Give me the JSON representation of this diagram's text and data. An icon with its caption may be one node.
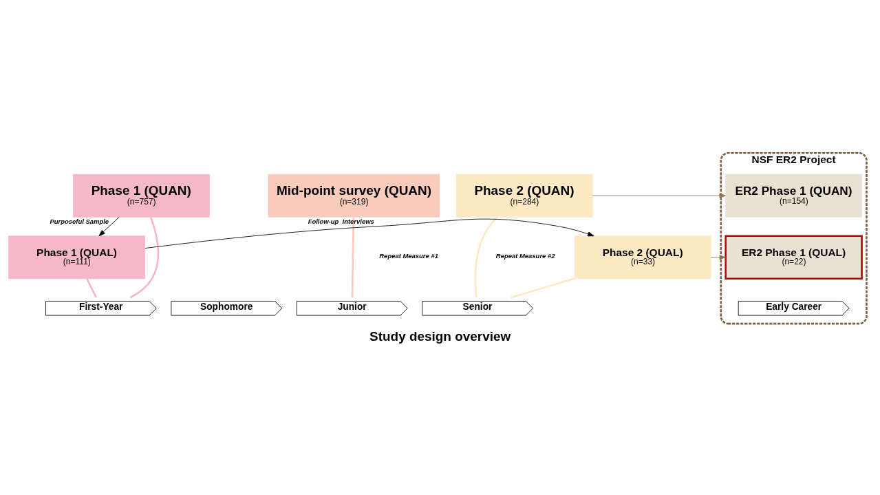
{
  "diagram": {
    "caption": "Study design overview",
    "nodes": [
      {
        "text": [
          "Phase 1 (QUAN)",
          "(n=757)"
        ]
      },
      {
        "text": [
          "Mid-point survey (QUAN)",
          "(n=319)"
        ]
      },
      {
        "text": [
          "Phase 2 (QUAN)",
          "(n=284)"
        ]
      },
      {
        "text": [
          "NSF ER2 Project"
        ]
      },
      {
        "text": [
          "ER2 Phase 1 (QUAN)",
          "(n=154)"
        ],
        "in": 3
      },
      {
        "text": [
          "Phase 1 (QUAL)",
          "(n=111)"
        ]
      },
      {
        "text": [
          "Phase 2 (QUAL)",
          "(n=33)"
        ]
      },
      {
        "text": [
          "ER2 Phase 1 (QUAL)",
          "(n=22)"
        ],
        "in": 3
      },
      {
        "text": [
          "First-Year"
        ]
      },
      {
        "text": [
          "Sophomore"
        ]
      },
      {
        "text": [
          "Junior"
        ]
      },
      {
        "text": [
          "Senior"
        ]
      },
      {
        "text": [
          "Early Career"
        ],
        "in": 3
      }
    ],
    "edges": [
      {
        "from": 0,
        "to": 5,
        "arrow": "to",
        "label": "Purposeful Sample"
      },
      {
        "from": 5,
        "to": 6,
        "arrow": "to",
        "label": "Follow-up  Interviews"
      },
      {
        "from": 2,
        "to": 4,
        "arrow": "to",
        "color": "#8c7350"
      },
      {
        "from": 6,
        "to": 7,
        "arrow": "to",
        "color": "#8c7350"
      },
      {
        "from": 0,
        "to": 8,
        "arrow": "none",
        "color": "#f4b6c8"
      },
      {
        "from": 5,
        "to": 8,
        "arrow": "none",
        "color": "#f4b6c8"
      },
      {
        "from": 1,
        "to": 10,
        "arrow": "none",
        "color": "#f8cbbd"
      },
      {
        "from": 2,
        "to": 11,
        "arrow": "none",
        "color": "#fdeac5"
      },
      {
        "from": 6,
        "to": 11,
        "arrow": "none",
        "color": "#fdeac5"
      }
    ],
    "labels": [
      "Repeat Measure #1",
      "Repeat Measure #2"
    ]
  }
}
